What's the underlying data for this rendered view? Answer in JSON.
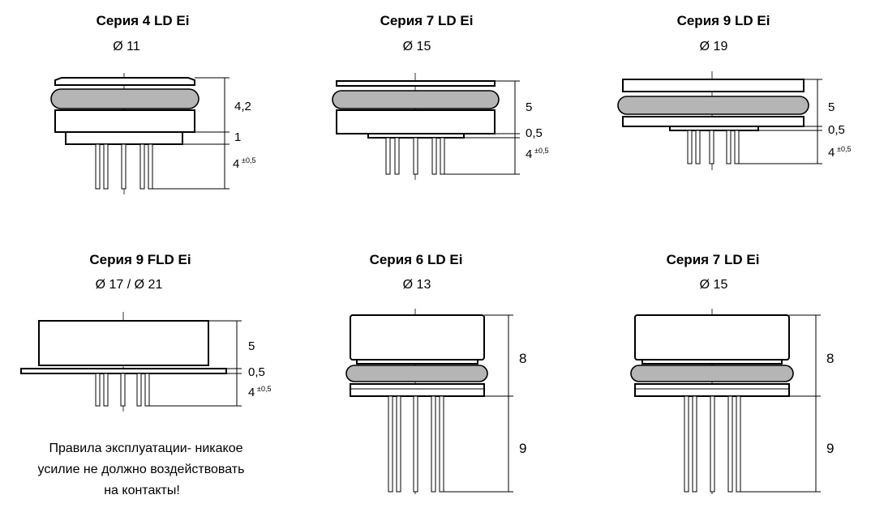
{
  "sensors": [
    {
      "title": "Серия 4 LD Ei",
      "diameter": "Ø 11",
      "dims": [
        "4,2",
        "1",
        "4"
      ],
      "tol": "±0,5"
    },
    {
      "title": "Серия 7 LD Ei",
      "diameter": "Ø 15",
      "dims": [
        "5",
        "0,5",
        "4"
      ],
      "tol": "±0,5"
    },
    {
      "title": "Серия 9 LD Ei",
      "diameter": "Ø 19",
      "dims": [
        "5",
        "0,5",
        "4"
      ],
      "tol": "±0,5"
    },
    {
      "title": "Серия  9 FLD Ei",
      "diameter": "Ø 17 / Ø 21",
      "dims": [
        "5",
        "0,5",
        "4"
      ],
      "tol": "±0,5"
    },
    {
      "title": "Серия  6 LD Ei",
      "diameter": "Ø 13",
      "dims": [
        "8",
        "9"
      ]
    },
    {
      "title": "Серия  7 LD Ei",
      "diameter": "Ø 15",
      "dims": [
        "8",
        "9"
      ]
    }
  ],
  "note": {
    "line1": "Правила эксплуатации- никакое",
    "line2": "усилие не должно воздействовать",
    "line3": "на контакты!"
  }
}
